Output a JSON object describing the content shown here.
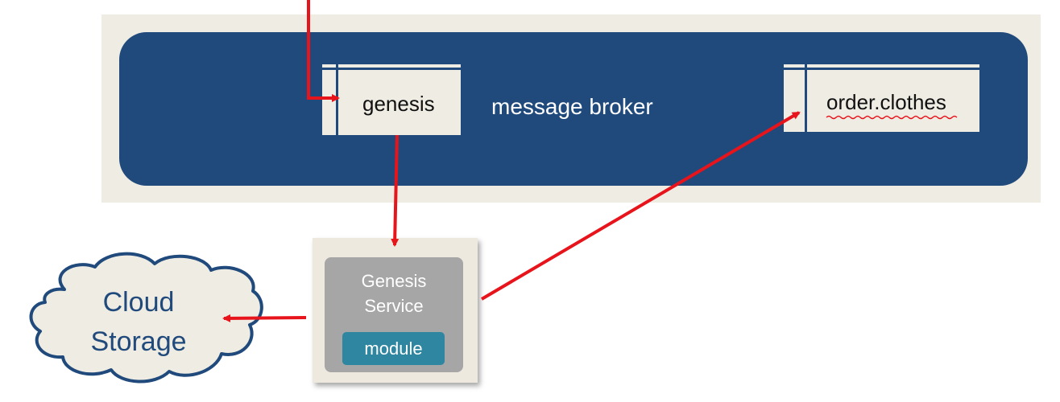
{
  "diagram": {
    "broker": {
      "label": "message broker"
    },
    "queues": [
      {
        "label": "genesis"
      },
      {
        "label": "order.clothes"
      }
    ],
    "service": {
      "title_line1": "Genesis",
      "title_line2": "Service",
      "module_label": "module"
    },
    "storage": {
      "line1": "Cloud",
      "line2": "Storage"
    },
    "colors": {
      "broker_fill": "#204a7c",
      "panel_fill": "#efece3",
      "arrow": "#e8141b",
      "service_fill": "#a6a6a6",
      "module_fill": "#2e86a0",
      "cloud_text": "#204a7c"
    }
  }
}
